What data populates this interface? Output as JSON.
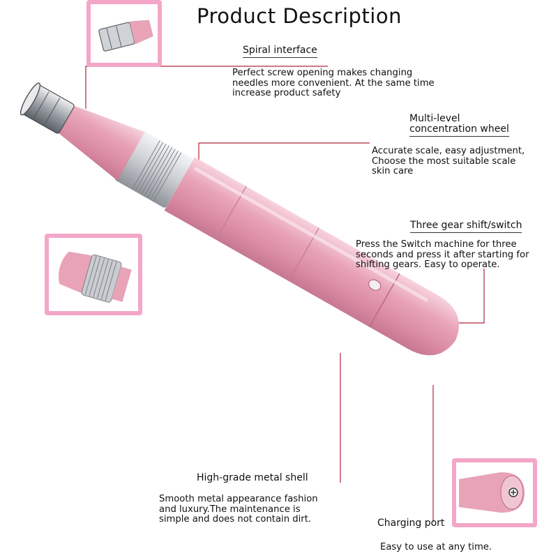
{
  "title": "Product Description",
  "features": {
    "spiral": {
      "heading": "Spiral interface",
      "description": "Perfect screw opening makes changing\nneedles more convenient. At the same time\nincrease product safety"
    },
    "wheel": {
      "heading": "Multi-level\nconcentration wheel",
      "description": "Accurate scale, easy adjustment,\nChoose the most suitable scale\nskin care"
    },
    "switch": {
      "heading": "Three gear shift/switch",
      "description": "Press the Switch machine for three\nseconds and press it after starting for\nshifting gears. Easy to operate."
    },
    "shell": {
      "heading": "High-grade metal shell",
      "description": "Smooth metal appearance fashion\nand luxury.The maintenance is\nsimple and does not contain dirt."
    },
    "charging": {
      "heading": "Charging port",
      "description": "Easy to use at any time."
    }
  },
  "colors": {
    "pen_pink": "#e8a3b7",
    "frame_pink": "#f3a6c8",
    "leader_red": "#b0263a",
    "silver": "#c9ccd1"
  },
  "icons": [
    "needle-cartridge-icon",
    "concentration-wheel-icon",
    "charging-port-icon"
  ]
}
